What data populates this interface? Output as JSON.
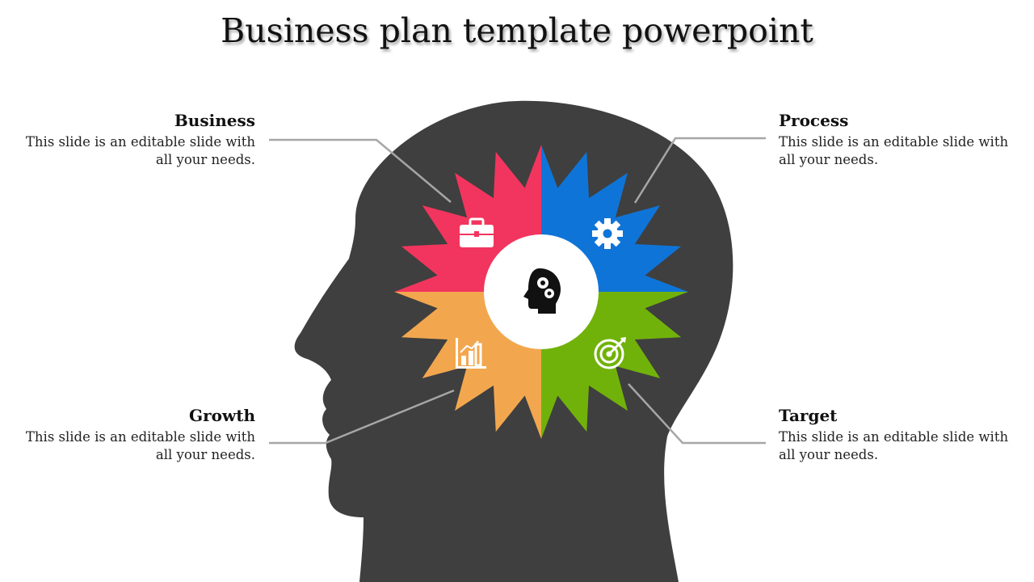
{
  "title": "Business plan template powerpoint",
  "items": [
    {
      "heading": "Business",
      "text": "This slide is an editable slide with all your needs.",
      "color": "#f2355e",
      "icon": "briefcase-icon"
    },
    {
      "heading": "Process",
      "text": "This slide is an editable slide with all your needs.",
      "color": "#0f74d8",
      "icon": "gear-icon"
    },
    {
      "heading": "Growth",
      "text": "This slide is an editable slide with all your needs.",
      "color": "#f2a74f",
      "icon": "bar-chart-icon"
    },
    {
      "heading": "Target",
      "text": "This slide is an editable slide with all your needs.",
      "color": "#71b20a",
      "icon": "target-icon"
    }
  ],
  "center_icon": "head-gears-icon",
  "head_color": "#3f3f3f"
}
